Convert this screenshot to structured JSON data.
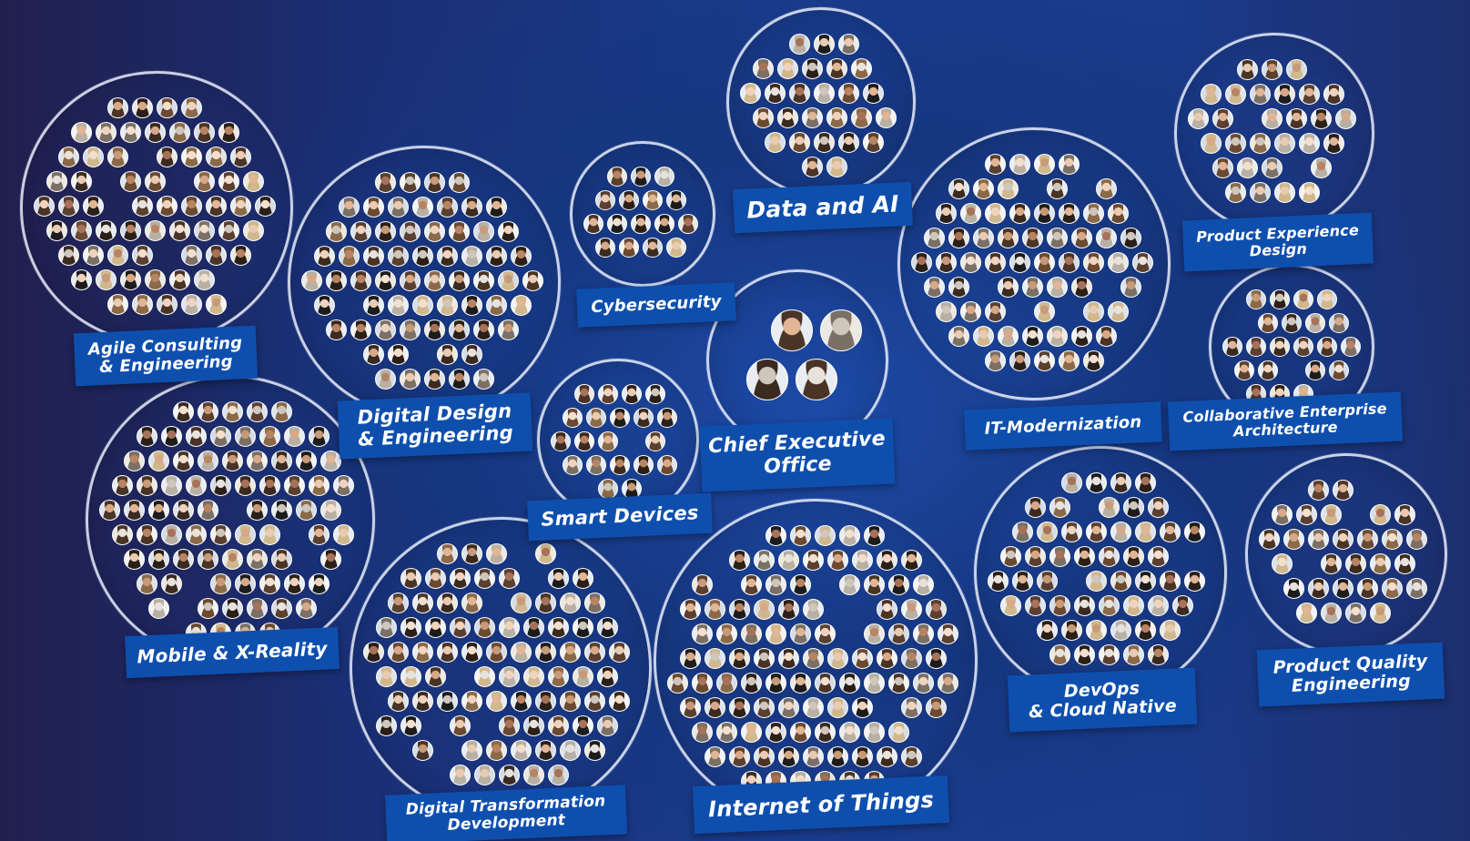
{
  "groups": [
    {
      "lines": [
        "Agile Consulting",
        "& Engineering"
      ]
    },
    {
      "lines": [
        "Digital Design",
        "& Engineering"
      ]
    },
    {
      "lines": [
        "Cybersecurity"
      ]
    },
    {
      "lines": [
        "Data and AI"
      ]
    },
    {
      "lines": [
        "IT-Modernization"
      ]
    },
    {
      "lines": [
        "Product Experience",
        "Design"
      ]
    },
    {
      "lines": [
        "Collaborative Enterprise",
        "Architecture"
      ]
    },
    {
      "lines": [
        "Chief Executive",
        "Office"
      ]
    },
    {
      "lines": [
        "Smart Devices"
      ]
    },
    {
      "lines": [
        "Mobile & X-Reality"
      ]
    },
    {
      "lines": [
        "Digital Transformation",
        "Development"
      ]
    },
    {
      "lines": [
        "Internet of Things"
      ]
    },
    {
      "lines": [
        "DevOps",
        "& Cloud Native"
      ]
    },
    {
      "lines": [
        "Product Quality",
        "Engineering"
      ]
    }
  ],
  "colors": {
    "background": "#1a3a8a",
    "label_bg": "#0e4fae",
    "ring": "#eef2ff"
  }
}
